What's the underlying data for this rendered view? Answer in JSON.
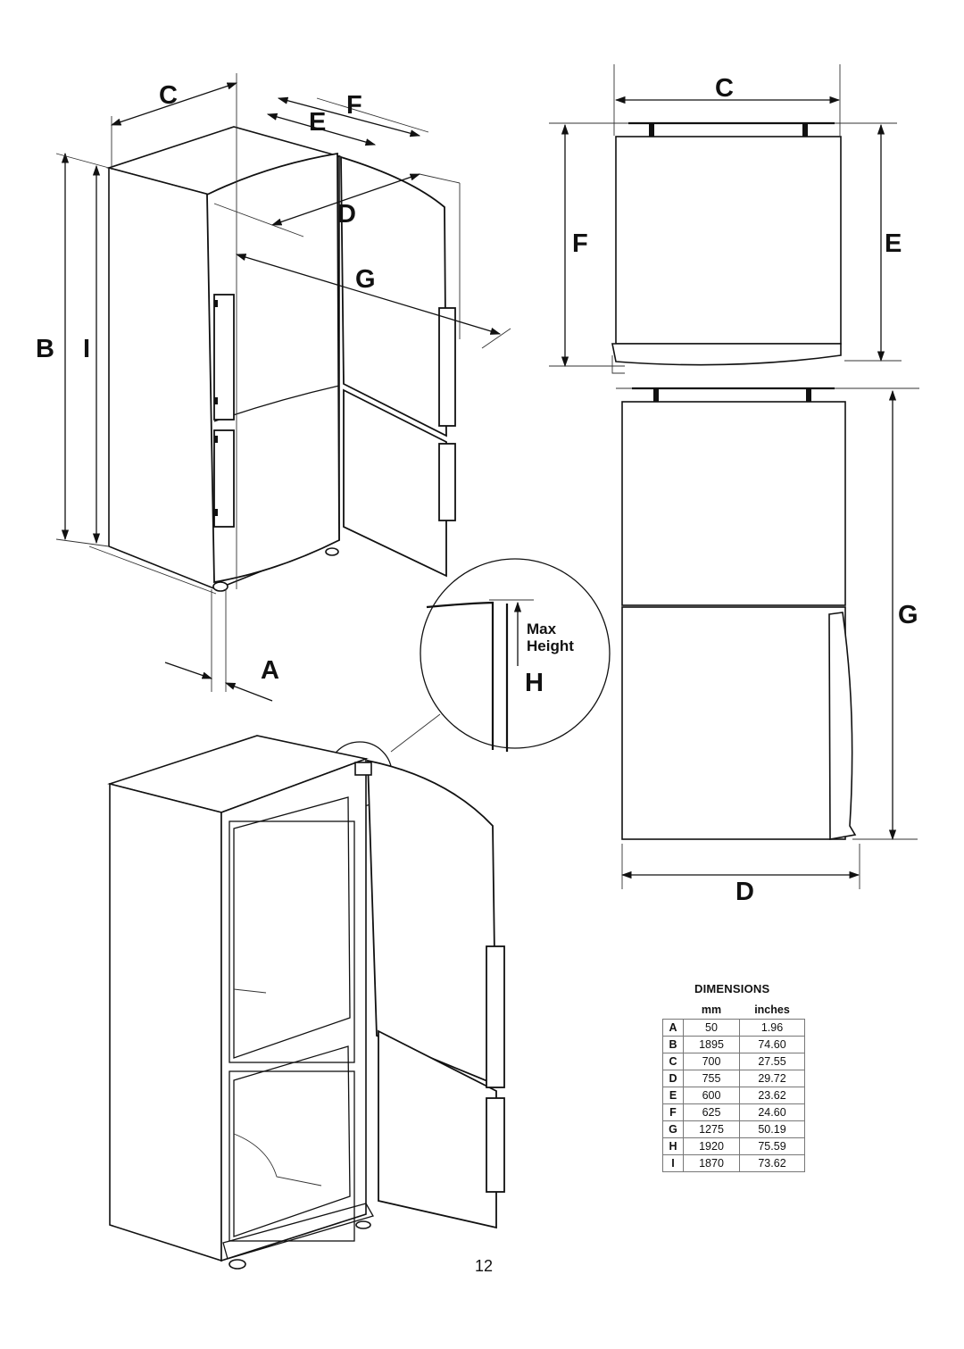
{
  "labels": {
    "A": "A",
    "B": "B",
    "C": "C",
    "D": "D",
    "E": "E",
    "F": "F",
    "G": "G",
    "H": "H",
    "I": "I"
  },
  "detail": {
    "line1": "Max",
    "line2": "Height"
  },
  "dimensions": {
    "title": "DIMENSIONS",
    "col_mm": "mm",
    "col_inches": "inches",
    "rows": [
      {
        "key": "A",
        "mm": "50",
        "inches": "1.96"
      },
      {
        "key": "B",
        "mm": "1895",
        "inches": "74.60"
      },
      {
        "key": "C",
        "mm": "700",
        "inches": "27.55"
      },
      {
        "key": "D",
        "mm": "755",
        "inches": "29.72"
      },
      {
        "key": "E",
        "mm": "600",
        "inches": "23.62"
      },
      {
        "key": "F",
        "mm": "625",
        "inches": "24.60"
      },
      {
        "key": "G",
        "mm": "1275",
        "inches": "50.19"
      },
      {
        "key": "H",
        "mm": "1920",
        "inches": "75.59"
      },
      {
        "key": "I",
        "mm": "1870",
        "inches": "73.62"
      }
    ]
  },
  "page_number": "12"
}
